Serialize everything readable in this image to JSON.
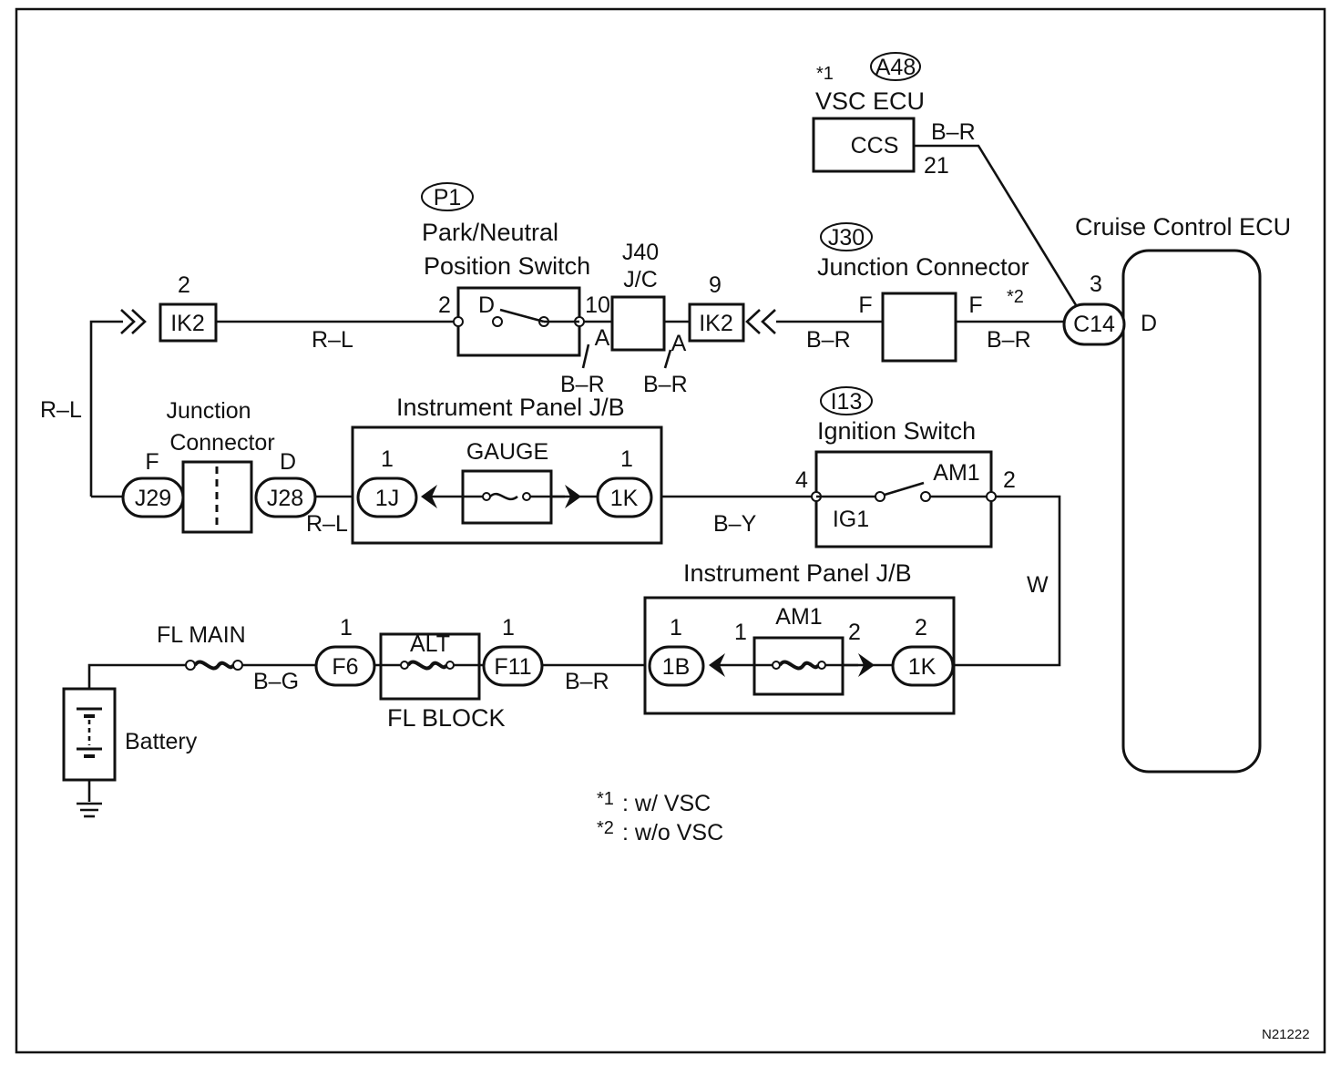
{
  "components": {
    "vsc_ecu": {
      "code": "A48",
      "note": "*1",
      "name": "VSC ECU",
      "terminal_name": "CCS",
      "pin": "21",
      "wire": "B–R"
    },
    "cruise_ecu": {
      "name": "Cruise Control ECU",
      "connector": "C14",
      "pin": "3",
      "terminal": "D"
    },
    "j30": {
      "code": "J30",
      "name": "Junction Connector",
      "pin_left": "F",
      "pin_right": "F",
      "note": "*2"
    },
    "park_switch": {
      "code": "P1",
      "name_line1": "Park/Neutral",
      "name_line2": "Position Switch",
      "pin_in": "2",
      "pin_out": "10",
      "contact": "D"
    },
    "j40": {
      "name_line1": "J40",
      "name_line2": "J/C",
      "left_pin": "A",
      "right_pin": "A"
    },
    "ik2_left": {
      "label": "IK2",
      "pin": "2"
    },
    "ik2_right": {
      "label": "IK2",
      "pin": "9"
    },
    "junction_connector_lower": {
      "name_line1": "Junction",
      "name_line2": "Connector",
      "left_conn": "J29",
      "left_pin": "F",
      "right_conn": "J28",
      "right_pin": "D"
    },
    "ip_jb_upper": {
      "name": "Instrument Panel J/B",
      "fuse": "GAUGE",
      "left_conn": "1J",
      "left_pin": "1",
      "right_conn": "1K",
      "right_pin": "1"
    },
    "ignition_switch": {
      "code": "I13",
      "name": "Ignition Switch",
      "pin_left": "4",
      "pin_right": "2",
      "contact_left": "IG1",
      "contact_right": "AM1"
    },
    "ip_jb_lower": {
      "name": "Instrument Panel J/B",
      "fuse": "AM1",
      "left_conn": "1B",
      "left_pin": "1",
      "inner_left_pin": "1",
      "inner_right_pin": "2",
      "right_conn": "1K",
      "right_pin": "2"
    },
    "fl_block": {
      "name": "FL BLOCK",
      "fuse": "ALT",
      "left_conn": "F6",
      "left_pin": "1",
      "right_conn": "F11",
      "right_pin": "1"
    },
    "fl_main": {
      "name": "FL MAIN"
    },
    "battery": {
      "name": "Battery"
    }
  },
  "wires": {
    "r_l_top": "R–L",
    "r_l_side": "R–L",
    "r_l_bottom": "R–L",
    "b_r_j40_left": "B–R",
    "b_r_j40_right": "B–R",
    "b_r_ik2": "B–R",
    "b_r_c14": "B–R",
    "b_y": "B–Y",
    "w": "W",
    "b_g": "B–G",
    "b_r_lower": "B–R"
  },
  "notes": {
    "n1_mark": "*1",
    "n1_text": ": w/ VSC",
    "n2_mark": "*2",
    "n2_text": ": w/o VSC"
  },
  "figure_code": "N21222"
}
